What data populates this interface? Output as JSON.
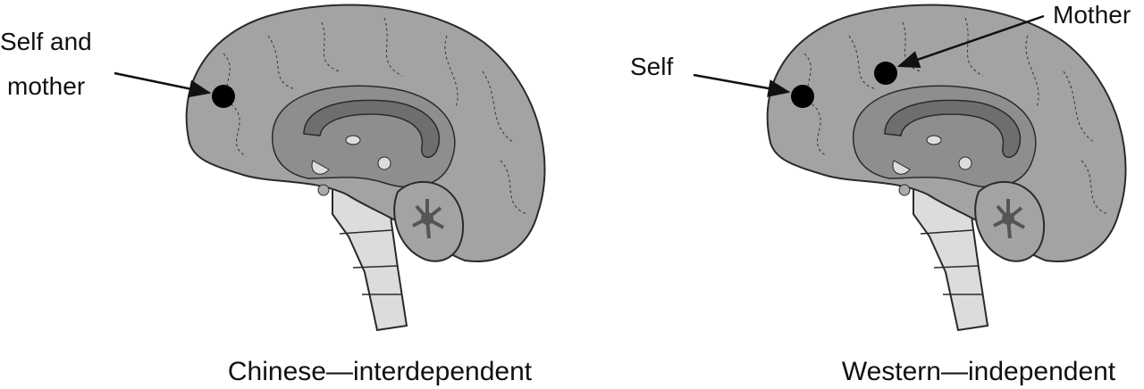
{
  "panels": [
    {
      "caption": "Chinese—interdependent",
      "labels": {
        "line1": "Self and",
        "line2": "mother"
      }
    },
    {
      "caption": "Western—independent",
      "labels": {
        "self": "Self",
        "mother": "Mother"
      }
    }
  ],
  "colors": {
    "brain": "#a3a3a3",
    "inner": "#858585",
    "stem": "#dcdcdc",
    "outline": "#2a2a2a",
    "marker": "#000000"
  }
}
